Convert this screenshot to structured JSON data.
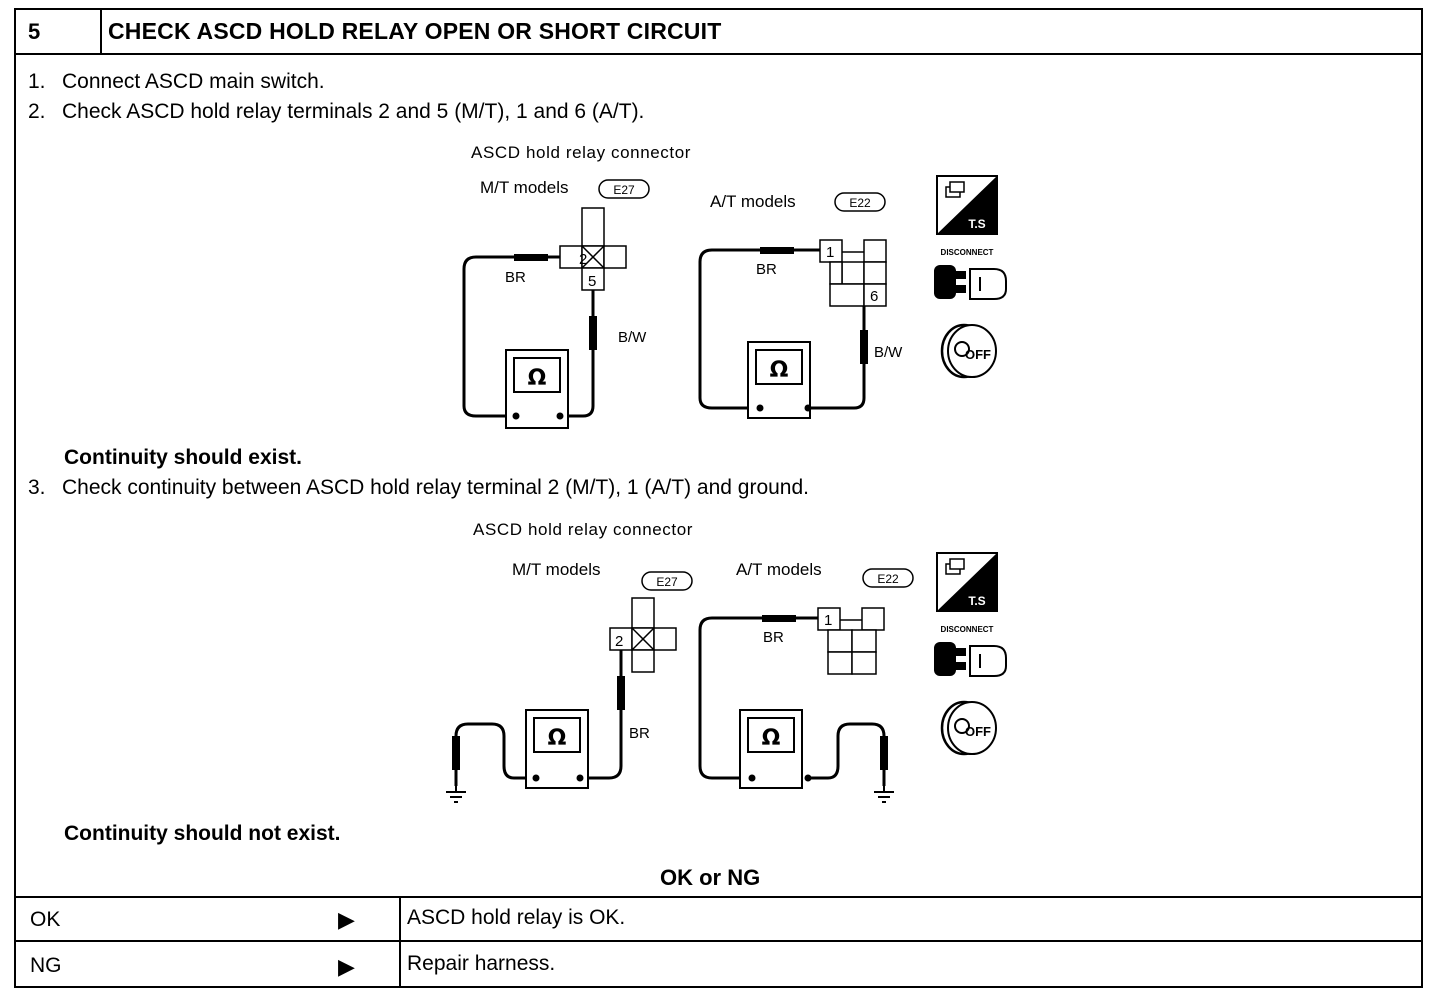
{
  "header": {
    "step": "5",
    "title": "CHECK ASCD HOLD RELAY OPEN OR SHORT CIRCUIT"
  },
  "steps": {
    "s1_num": "1.",
    "s1": "Connect ASCD main switch.",
    "s2_num": "2.",
    "s2": "Check ASCD hold relay terminals 2 and 5 (M/T), 1 and 6 (A/T).",
    "s3_num": "3.",
    "s3": "Check continuity between ASCD hold relay terminal 2 (M/T), 1 (A/T) and ground."
  },
  "diagram1": {
    "title": "ASCD hold relay connector",
    "mt_label": "M/T models",
    "mt_code": "E27",
    "at_label": "A/T models",
    "at_code": "E22",
    "mt_wire1": "BR",
    "mt_wire2": "B/W",
    "at_wire1": "BR",
    "at_wire2": "B/W",
    "mt_t1": "2",
    "mt_t2": "5",
    "at_t1": "1",
    "at_t2": "6",
    "meter": "Ω"
  },
  "diagram2": {
    "title": "ASCD hold relay connector",
    "mt_label": "M/T models",
    "mt_code": "E27",
    "at_label": "A/T models",
    "at_code": "E22",
    "mt_wire": "BR",
    "at_wire": "BR",
    "mt_t1": "2",
    "at_t1": "1",
    "meter": "Ω"
  },
  "icons": {
    "ts": "T.S",
    "disconnect": "DISCONNECT",
    "off": "OFF"
  },
  "result1": "Continuity should exist.",
  "result2": "Continuity should not exist.",
  "ok_ng_heading": "OK or NG",
  "table": [
    {
      "result": "OK",
      "arrow": "▶",
      "action": "ASCD hold relay is OK."
    },
    {
      "result": "NG",
      "arrow": "▶",
      "action": "Repair harness."
    }
  ]
}
